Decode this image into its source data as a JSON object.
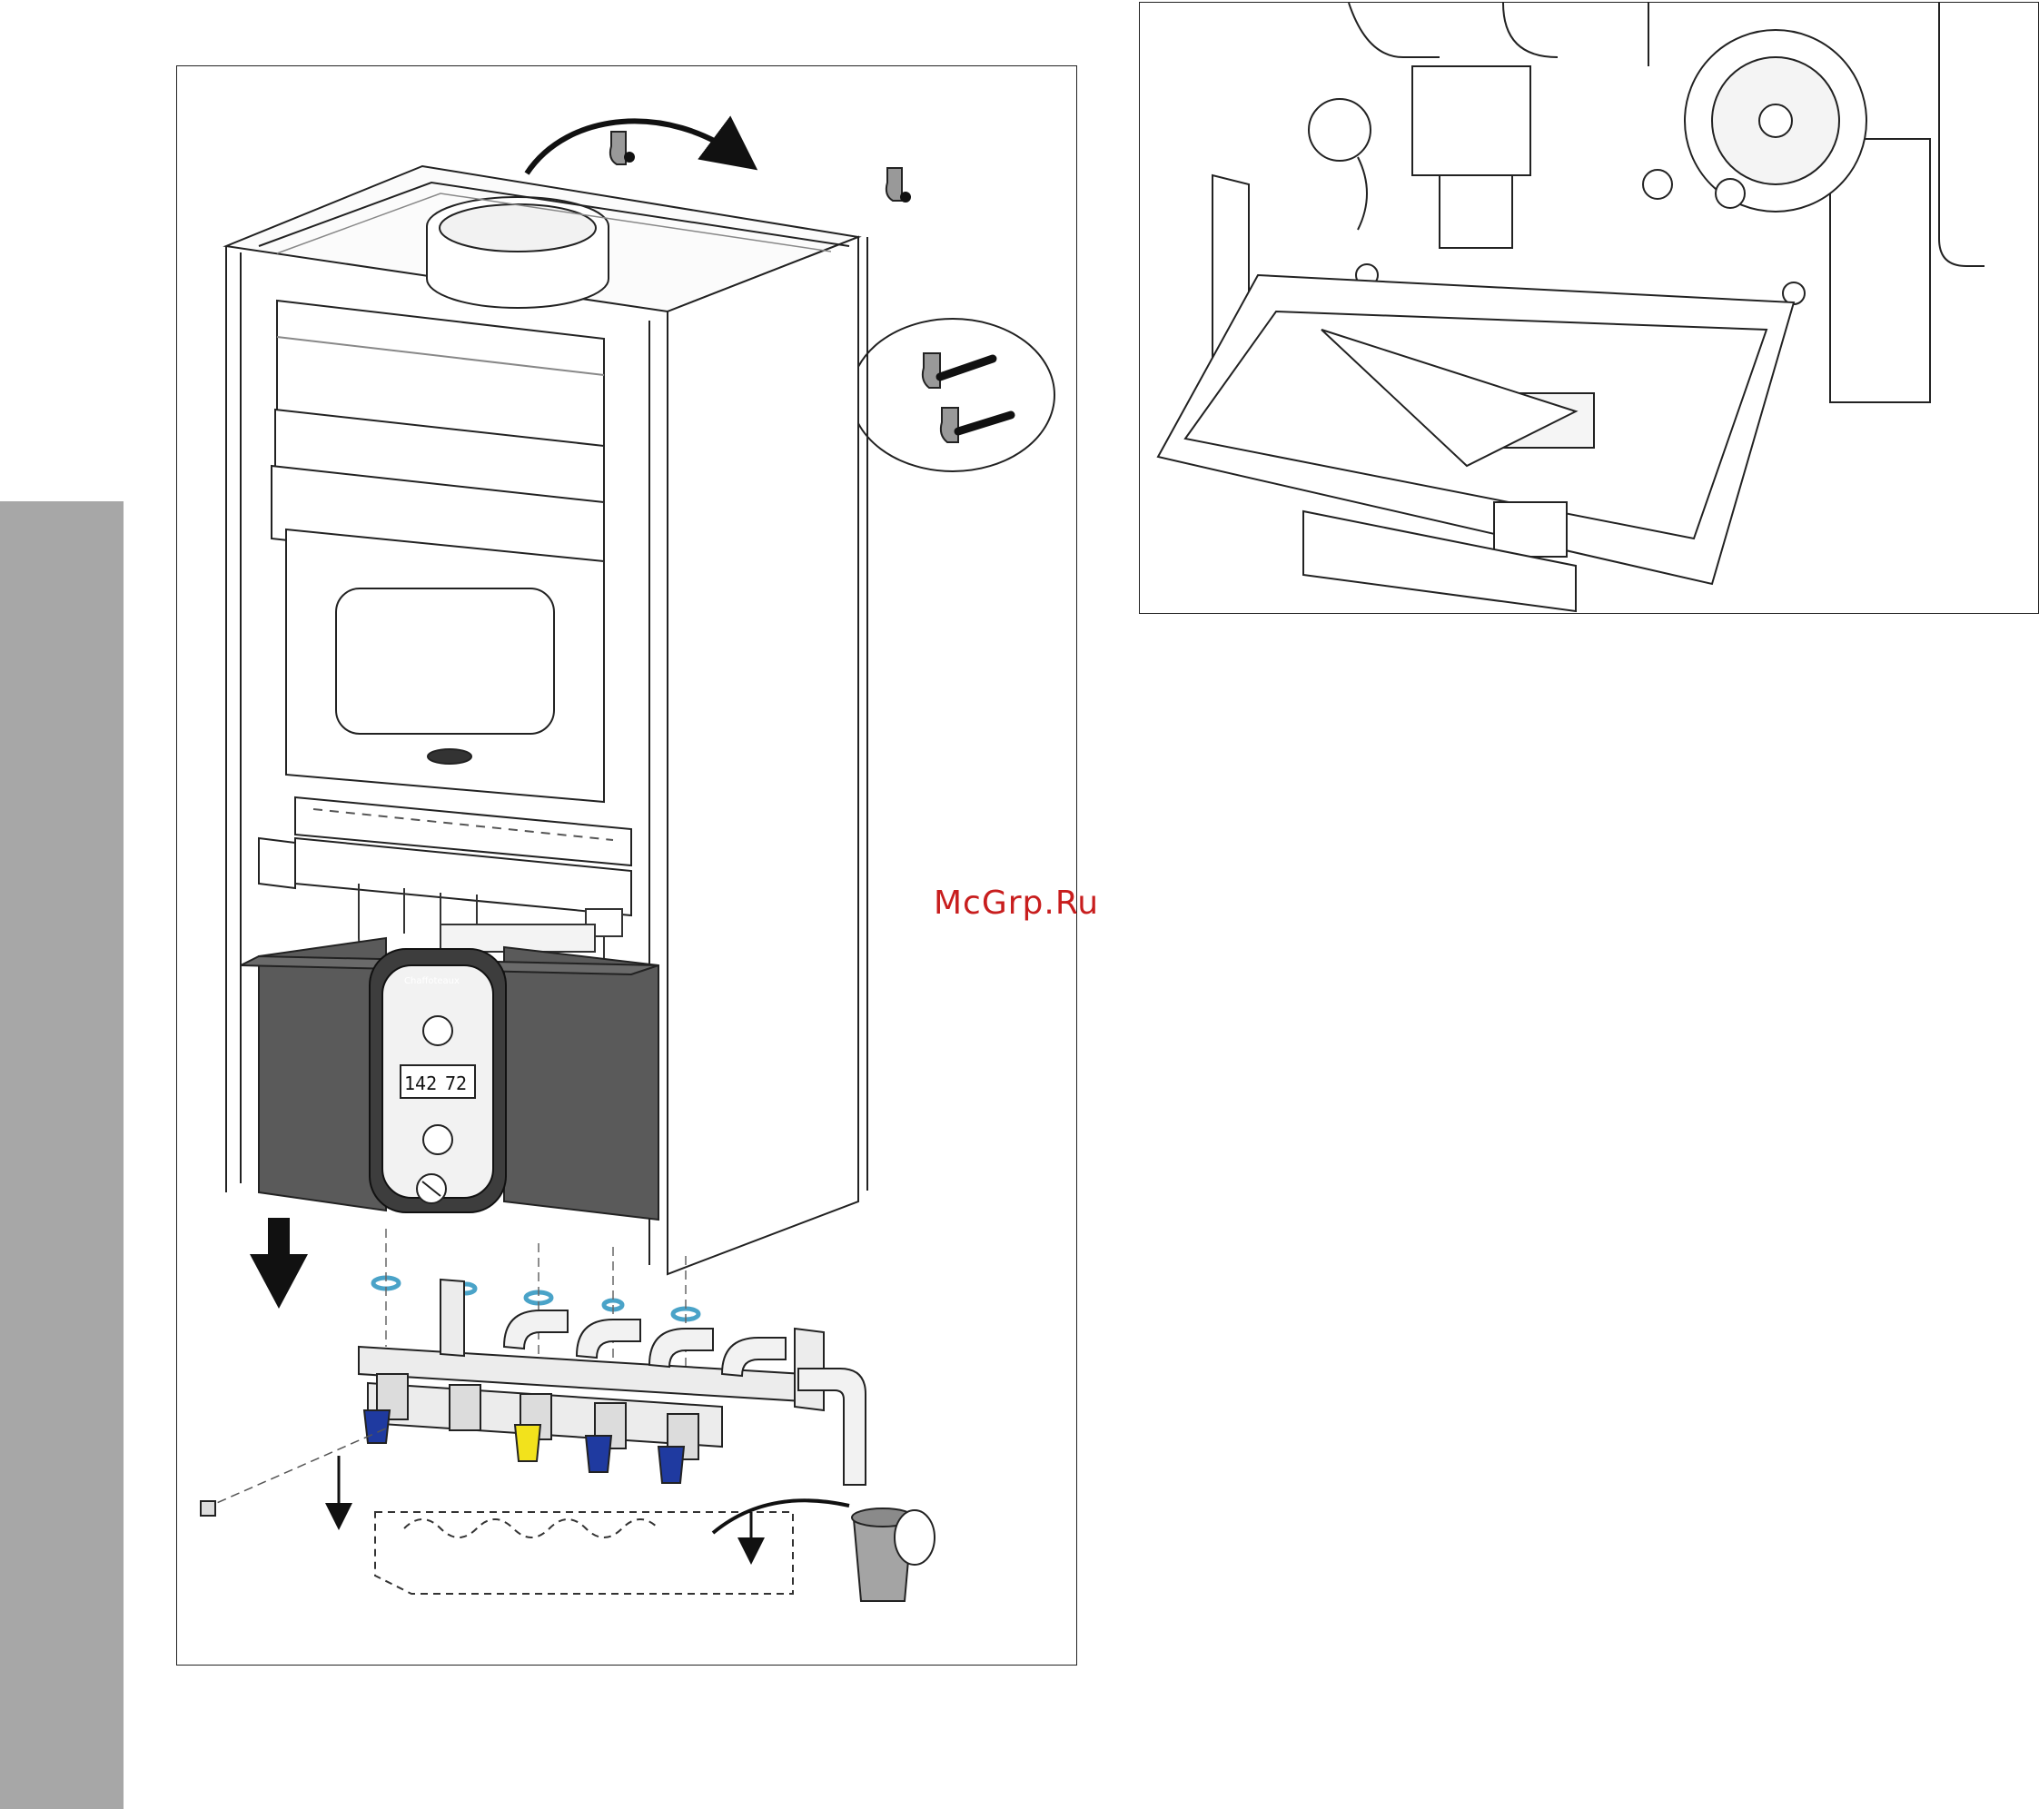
{
  "watermark": {
    "text": "McGrp.Ru"
  },
  "control_panel": {
    "brand": "Chaffoteaux",
    "display_left": "142",
    "display_right": "72"
  },
  "colors": {
    "side_tab": "#a7a7a7",
    "valve_blue": "#1f3aa0",
    "valve_yellow": "#f2e21c",
    "gasket_blue": "#4aa3c8",
    "panel_dark": "#5a5a5a",
    "watermark": "#c81e1e"
  }
}
